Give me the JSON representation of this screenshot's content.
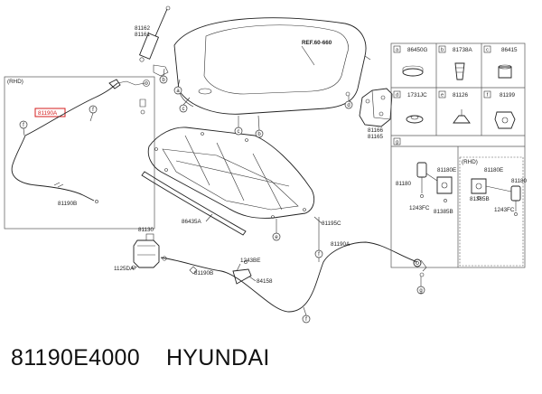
{
  "ref_label": "REF.60-660",
  "rhd_left": "(RHD)",
  "rhd_right": "(RHD)",
  "highlighted_part": "81190A",
  "labels": {
    "l81162": "81162",
    "l81161": "81161",
    "l81190B_left": "81190B",
    "l86435A": "86435A",
    "l81195C": "81195C",
    "l81166": "81166",
    "l81165": "81165",
    "l81130": "81130",
    "l1125DA": "1125DA",
    "l81190B_mid": "81190B",
    "l1243BE": "1243BE",
    "l84158": "84158",
    "l81190A_bottom": "81190A",
    "l81180_a": "81180",
    "l81180E_a": "81180E",
    "l1243FC_a": "1243FC",
    "l81385B_a": "81385B",
    "l81180E_b": "81180E",
    "l81385B_b": "81385B",
    "l81180_b": "81180",
    "l1243FC_b": "1243FC"
  },
  "legend": [
    {
      "key": "a",
      "part": "86450G"
    },
    {
      "key": "b",
      "part": "81738A"
    },
    {
      "key": "c",
      "part": "86415"
    },
    {
      "key": "d",
      "part": "1731JC"
    },
    {
      "key": "e",
      "part": "81126"
    },
    {
      "key": "f",
      "part": "81199"
    },
    {
      "key": "g",
      "part": ""
    }
  ],
  "callouts": {
    "b1": "b",
    "a1": "a",
    "c1": "c",
    "c2": "c",
    "b2": "b",
    "d1": "d",
    "f1": "f",
    "f2": "f",
    "e1": "e",
    "f3": "f",
    "f4": "f",
    "g1": "g"
  },
  "caption": {
    "part_number": "81190E4000",
    "brand": "HYUNDAI"
  }
}
